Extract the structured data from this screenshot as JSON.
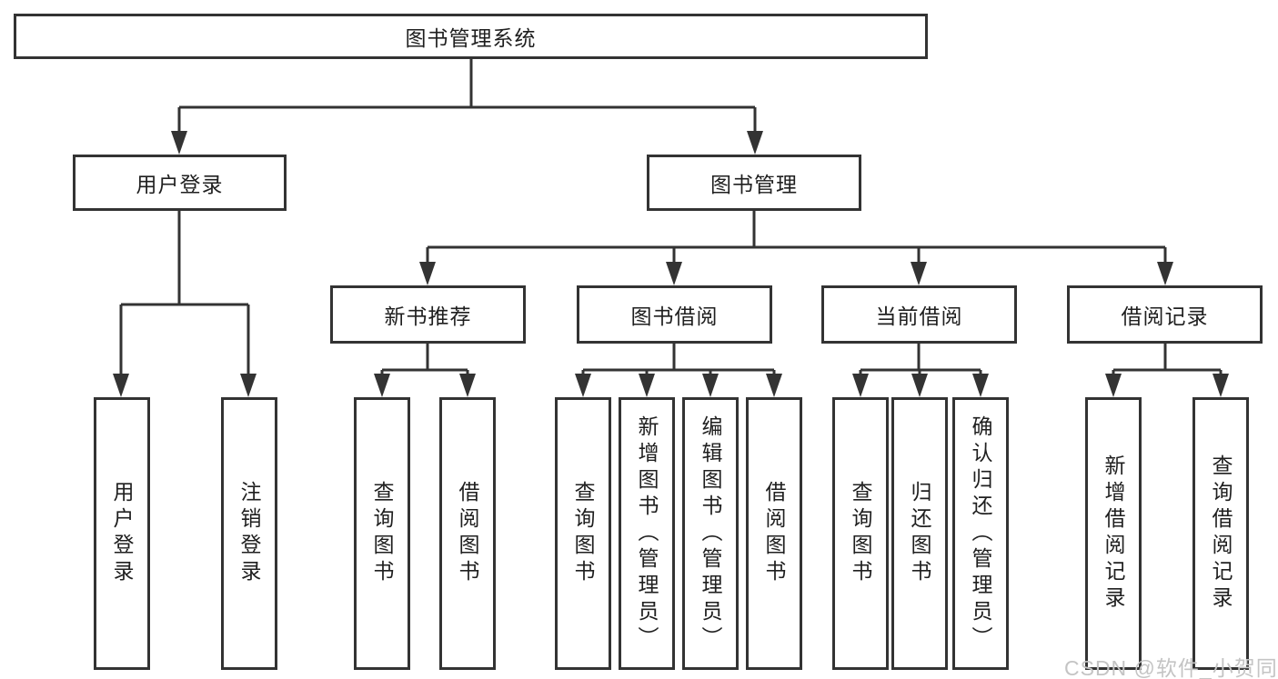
{
  "colors": {
    "line": "#333333",
    "box_fill": "#ffffff",
    "text": "#1f1f1f",
    "watermark_text": "#c4c4c4"
  },
  "tree": {
    "root": "图书管理系统",
    "level1": [
      {
        "label": "用户登录",
        "children": [
          {
            "label": "用户登录"
          },
          {
            "label": "注销登录"
          }
        ]
      },
      {
        "label": "图书管理",
        "children": [
          {
            "label": "新书推荐",
            "children": [
              {
                "label": "查询图书"
              },
              {
                "label": "借阅图书"
              }
            ]
          },
          {
            "label": "图书借阅",
            "children": [
              {
                "label": "查询图书"
              },
              {
                "label": "新增图书（管理员）"
              },
              {
                "label": "编辑图书（管理员）"
              },
              {
                "label": "借阅图书"
              }
            ]
          },
          {
            "label": "当前借阅",
            "children": [
              {
                "label": "查询图书"
              },
              {
                "label": "归还图书"
              },
              {
                "label": "确认归还（管理员）"
              }
            ]
          },
          {
            "label": "借阅记录",
            "children": [
              {
                "label": "新增借阅记录"
              },
              {
                "label": "查询借阅记录"
              }
            ]
          }
        ]
      }
    ]
  },
  "watermark": "CSDN @软件_小贺同学"
}
